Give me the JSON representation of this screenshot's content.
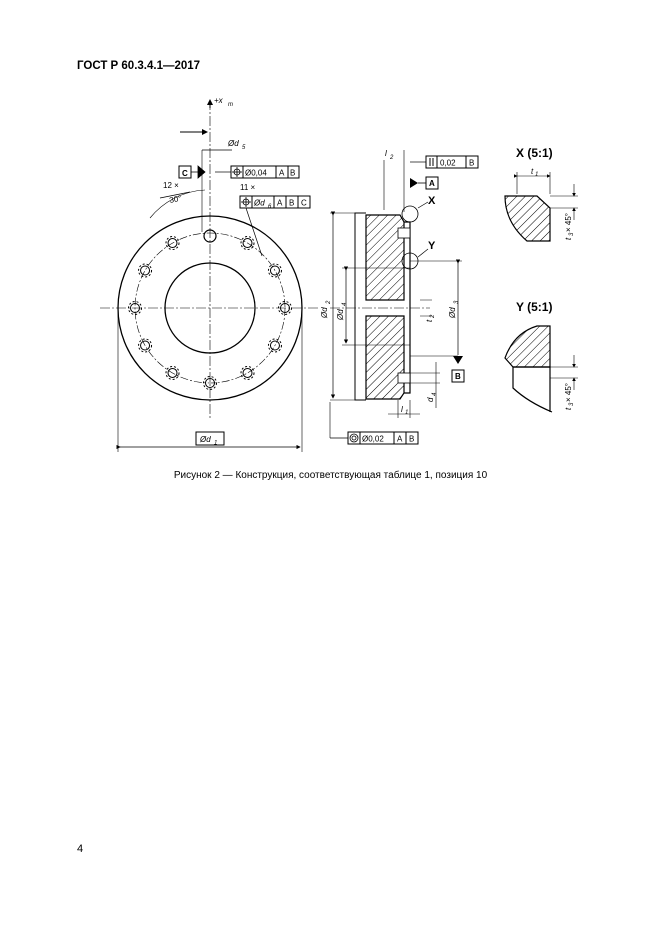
{
  "header": {
    "standard": "ГОСТ Р 60.3.4.1—2017"
  },
  "figure": {
    "caption": "Рисунок 2 — Конструкция, соответствующая таблице 1, позиция 10",
    "front_view": {
      "axis_label": "+x",
      "axis_sub": "m",
      "datum_c": "C",
      "holes_12": "12 ×",
      "angle": "30°",
      "holes_11": "11 ×",
      "fcf_top_value": "Ø0,04",
      "fcf_top_d1": "A",
      "fcf_top_d2": "B",
      "fcf_hole_d1": "A",
      "fcf_hole_d2": "B",
      "fcf_hole_d3": "C",
      "dim_d5": "Ød",
      "dim_d5_sub": "5",
      "dim_d6": "Ød",
      "dim_d6_sub": "6",
      "dim_d1": "Ød",
      "dim_d1_sub": "1"
    },
    "section_view": {
      "fcf_flat_value": "0,02",
      "fcf_flat_datum": "B",
      "datum_a": "A",
      "datum_b": "B",
      "detail_x": "X",
      "detail_y": "Y",
      "l2": "l",
      "l2_sub": "2",
      "l1": "l",
      "l1_sub": "1",
      "t2": "t",
      "t2_sub": "2",
      "d2": "Ød",
      "d2_sub": "2",
      "d3": "Ød",
      "d3_sub": "3",
      "d4": "Ød",
      "d4_sub": "4",
      "d4_small": "d",
      "d4_small_sub": "4",
      "fcf_conc_value": "Ø0,02",
      "fcf_conc_d1": "A",
      "fcf_conc_d2": "B"
    },
    "detail_x": {
      "title": "X (5:1)",
      "t1": "t",
      "t1_sub": "1",
      "chamfer": "t",
      "chamfer_sub": "3",
      "chamfer_suffix": " × 45°"
    },
    "detail_y": {
      "title": "Y (5:1)",
      "chamfer": "t",
      "chamfer_sub": "3",
      "chamfer_suffix": " × 45°"
    }
  },
  "page": {
    "number": "4"
  }
}
